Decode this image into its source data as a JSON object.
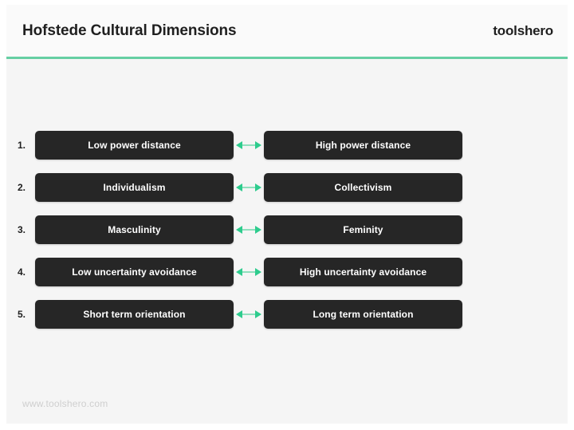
{
  "header": {
    "title": "Hofstede Cultural Dimensions",
    "brand": "toolshero",
    "divider_color": "#66cfa3"
  },
  "theme": {
    "page_background": "#f5f5f5",
    "header_background": "#fafafa",
    "box_color": "#262626",
    "box_text_color": "#ffffff",
    "accent_green": "#2ecc8e",
    "footer_text_color": "#cfcfcf"
  },
  "diagram": {
    "type": "bipolar-scale-list",
    "arrow_icon": "double-headed-arrow-icon",
    "rows": [
      {
        "number": "1.",
        "left": "Low power distance",
        "right": "High power distance"
      },
      {
        "number": "2.",
        "left": "Individualism",
        "right": "Collectivism"
      },
      {
        "number": "3.",
        "left": "Masculinity",
        "right": "Feminity"
      },
      {
        "number": "4.",
        "left": "Low uncertainty avoidance",
        "right": "High uncertainty avoidance"
      },
      {
        "number": "5.",
        "left": "Short term orientation",
        "right": "Long term orientation"
      }
    ]
  },
  "footer": {
    "url": "www.toolshero.com"
  }
}
